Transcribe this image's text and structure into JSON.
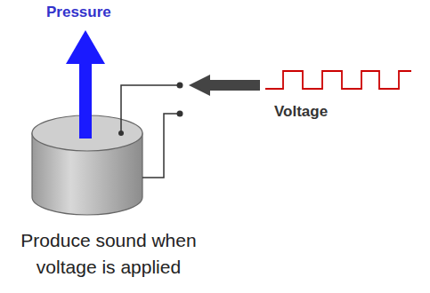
{
  "diagram": {
    "caption": "Produce sound when voltage is applied",
    "labels": [
      "Pressure",
      "Voltage"
    ]
  }
}
